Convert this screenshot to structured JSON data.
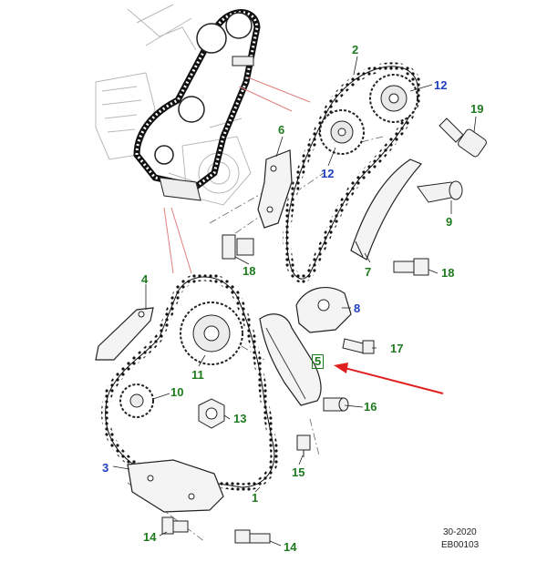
{
  "diagram": {
    "callouts": [
      {
        "id": "c1",
        "label": "1",
        "color": "#1e7a1e"
      },
      {
        "id": "c2",
        "label": "2",
        "color": "#1e7a1e"
      },
      {
        "id": "c3",
        "label": "3",
        "color": "#1f3fbf"
      },
      {
        "id": "c4",
        "label": "4",
        "color": "#1e7a1e"
      },
      {
        "id": "c5",
        "label": "5",
        "color": "#1e7a1e"
      },
      {
        "id": "c6",
        "label": "6",
        "color": "#1e7a1e"
      },
      {
        "id": "c7",
        "label": "7",
        "color": "#1e7a1e"
      },
      {
        "id": "c8",
        "label": "8",
        "color": "#1f3fbf"
      },
      {
        "id": "c9",
        "label": "9",
        "color": "#1e7a1e"
      },
      {
        "id": "c10",
        "label": "10",
        "color": "#1e7a1e"
      },
      {
        "id": "c11",
        "label": "11",
        "color": "#1e7a1e"
      },
      {
        "id": "c12a",
        "label": "12",
        "color": "#1f3fbf"
      },
      {
        "id": "c12b",
        "label": "12",
        "color": "#1f3fbf"
      },
      {
        "id": "c13",
        "label": "13",
        "color": "#1e7a1e"
      },
      {
        "id": "c14a",
        "label": "14",
        "color": "#1e7a1e"
      },
      {
        "id": "c14b",
        "label": "14",
        "color": "#1e7a1e"
      },
      {
        "id": "c15",
        "label": "15",
        "color": "#1e7a1e"
      },
      {
        "id": "c16",
        "label": "16",
        "color": "#1e7a1e"
      },
      {
        "id": "c17",
        "label": "17",
        "color": "#1e7a1e"
      },
      {
        "id": "c18a",
        "label": "18",
        "color": "#1e7a1e"
      },
      {
        "id": "c18b",
        "label": "18",
        "color": "#1e7a1e"
      },
      {
        "id": "c19",
        "label": "19",
        "color": "#1e7a1e"
      }
    ],
    "highlight_color": "#e02020",
    "footer": {
      "date_code": "30-2020",
      "illustration_id": "EB00103"
    }
  }
}
